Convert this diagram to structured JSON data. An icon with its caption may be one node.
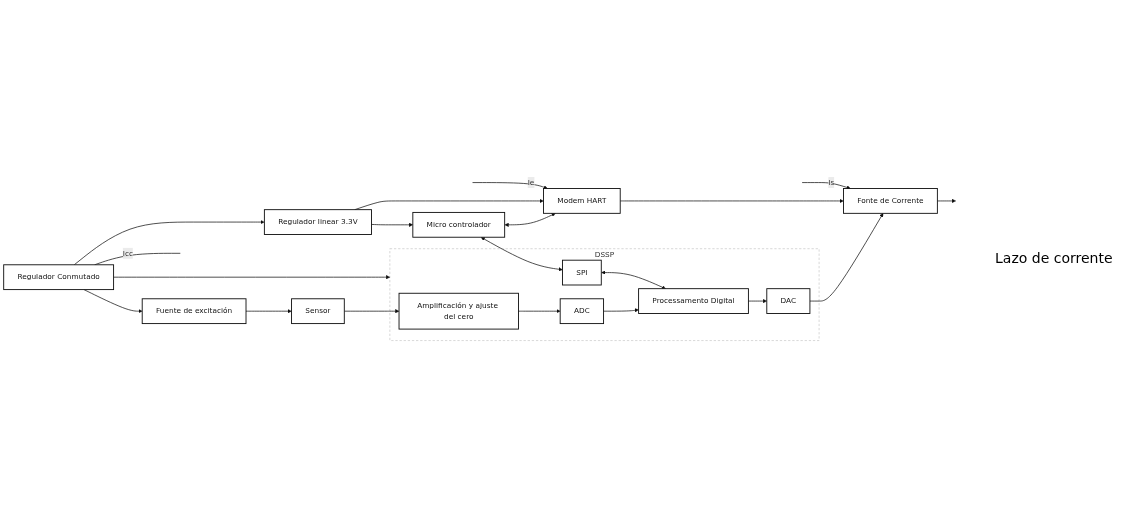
{
  "diagram": {
    "nodes": [
      {
        "text": [
          "Regulador linear 3.3V"
        ]
      },
      {
        "text": [
          "Regulador Conmutado"
        ]
      },
      {
        "text": [
          "Micro controlador"
        ]
      },
      {
        "text": [
          "Modem HART"
        ]
      },
      {
        "text": [
          "DSSP"
        ]
      },
      {
        "text": [
          "Fuente de excitación"
        ]
      },
      {
        "text": [
          "SPI"
        ],
        "in": 4
      },
      {
        "text": [
          "Sensor"
        ]
      },
      {
        "text": [
          "Amplificación y ajuste del cero"
        ],
        "in": 4
      },
      {
        "text": [
          "ADC"
        ],
        "in": 4
      },
      {
        "text": [
          "Processamento Digital"
        ],
        "in": 4
      },
      {
        "text": [
          "DAC"
        ],
        "in": 4
      },
      {
        "text": [
          "Fonte de Corrente"
        ]
      }
    ],
    "edges": [
      {
        "from": 1,
        "to": 0,
        "arrow": "to"
      },
      {
        "from": 1,
        "to": 5,
        "arrow": "to"
      },
      {
        "from": 1,
        "to": null,
        "arrow": "none",
        "label": "Icc"
      },
      {
        "from": null,
        "to": 3,
        "arrow": "to",
        "label": "Ie"
      },
      {
        "from": null,
        "to": 12,
        "arrow": "to",
        "label": "Is"
      },
      {
        "from": 0,
        "to": 2,
        "arrow": "to"
      },
      {
        "from": 0,
        "to": 3,
        "arrow": "to"
      },
      {
        "from": 2,
        "to": 3,
        "arrow": "both"
      },
      {
        "from": 1,
        "to": 4,
        "arrow": "to"
      },
      {
        "from": 3,
        "to": 12,
        "arrow": "to"
      },
      {
        "from": 2,
        "to": 6,
        "arrow": "both"
      },
      {
        "from": 6,
        "to": 10,
        "arrow": "both"
      },
      {
        "from": 5,
        "to": 7,
        "arrow": "to"
      },
      {
        "from": 7,
        "to": 8,
        "arrow": "to"
      },
      {
        "from": 8,
        "to": 9,
        "arrow": "to"
      },
      {
        "from": 9,
        "to": 10,
        "arrow": "to"
      },
      {
        "from": 10,
        "to": 11,
        "arrow": "to"
      },
      {
        "from": 11,
        "to": 12,
        "arrow": "to"
      },
      {
        "from": 12,
        "to": null,
        "arrow": "to"
      }
    ],
    "labels": [
      "Lazo de corrente"
    ]
  }
}
